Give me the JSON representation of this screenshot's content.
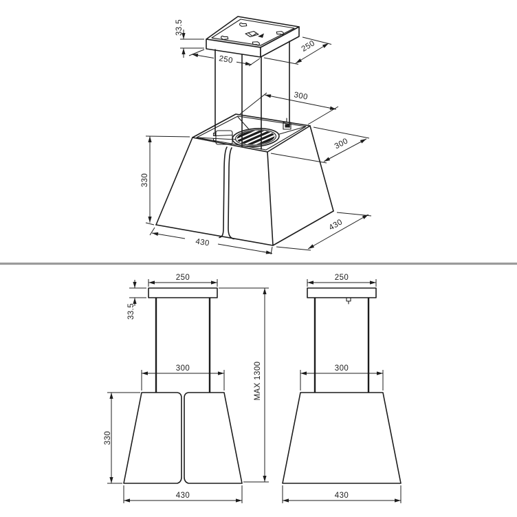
{
  "drawing": {
    "colors": {
      "line": "#1c1c1c",
      "divider": "#9b9b9b",
      "grille_fill": "#1d1d1d",
      "plate_shade": "#cccccc",
      "background": "#ffffff"
    },
    "isometric": {
      "plate_thickness_mm": "33.5",
      "plate_width_mm": "250",
      "plate_depth_mm": "250",
      "top_width_mm": "300",
      "top_depth_mm": "300",
      "body_height_mm": "330",
      "bottom_width_mm": "430",
      "bottom_depth_mm": "430"
    },
    "front_elevation": {
      "plate_width_mm": "250",
      "plate_thickness_mm": "33.5",
      "top_width_mm": "300",
      "body_height_mm": "330",
      "bottom_width_mm": "430",
      "max_total_height": "MAX 1300"
    },
    "side_elevation": {
      "plate_width_mm": "250",
      "top_width_mm": "300",
      "bottom_width_mm": "430"
    }
  }
}
